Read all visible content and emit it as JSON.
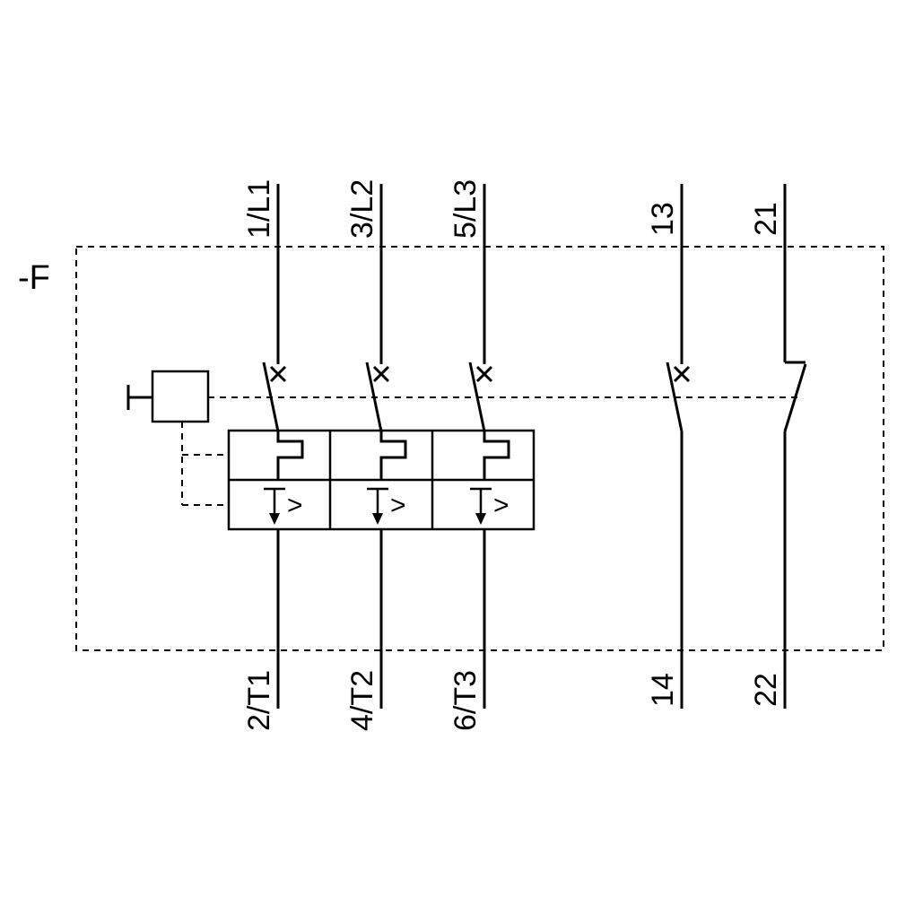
{
  "diagram": {
    "designation": "-F",
    "main_poles": [
      {
        "top_terminal": "1/L1",
        "bottom_terminal": "2/T1"
      },
      {
        "top_terminal": "3/L2",
        "bottom_terminal": "4/T2"
      },
      {
        "top_terminal": "5/L3",
        "bottom_terminal": "6/T3"
      }
    ],
    "aux_contacts": [
      {
        "top_terminal": "13",
        "bottom_terminal": "14"
      },
      {
        "top_terminal": "21",
        "bottom_terminal": "22"
      }
    ],
    "overcurrent_symbol": ">",
    "colors": {
      "ink": "#000000",
      "background": "#ffffff"
    }
  }
}
